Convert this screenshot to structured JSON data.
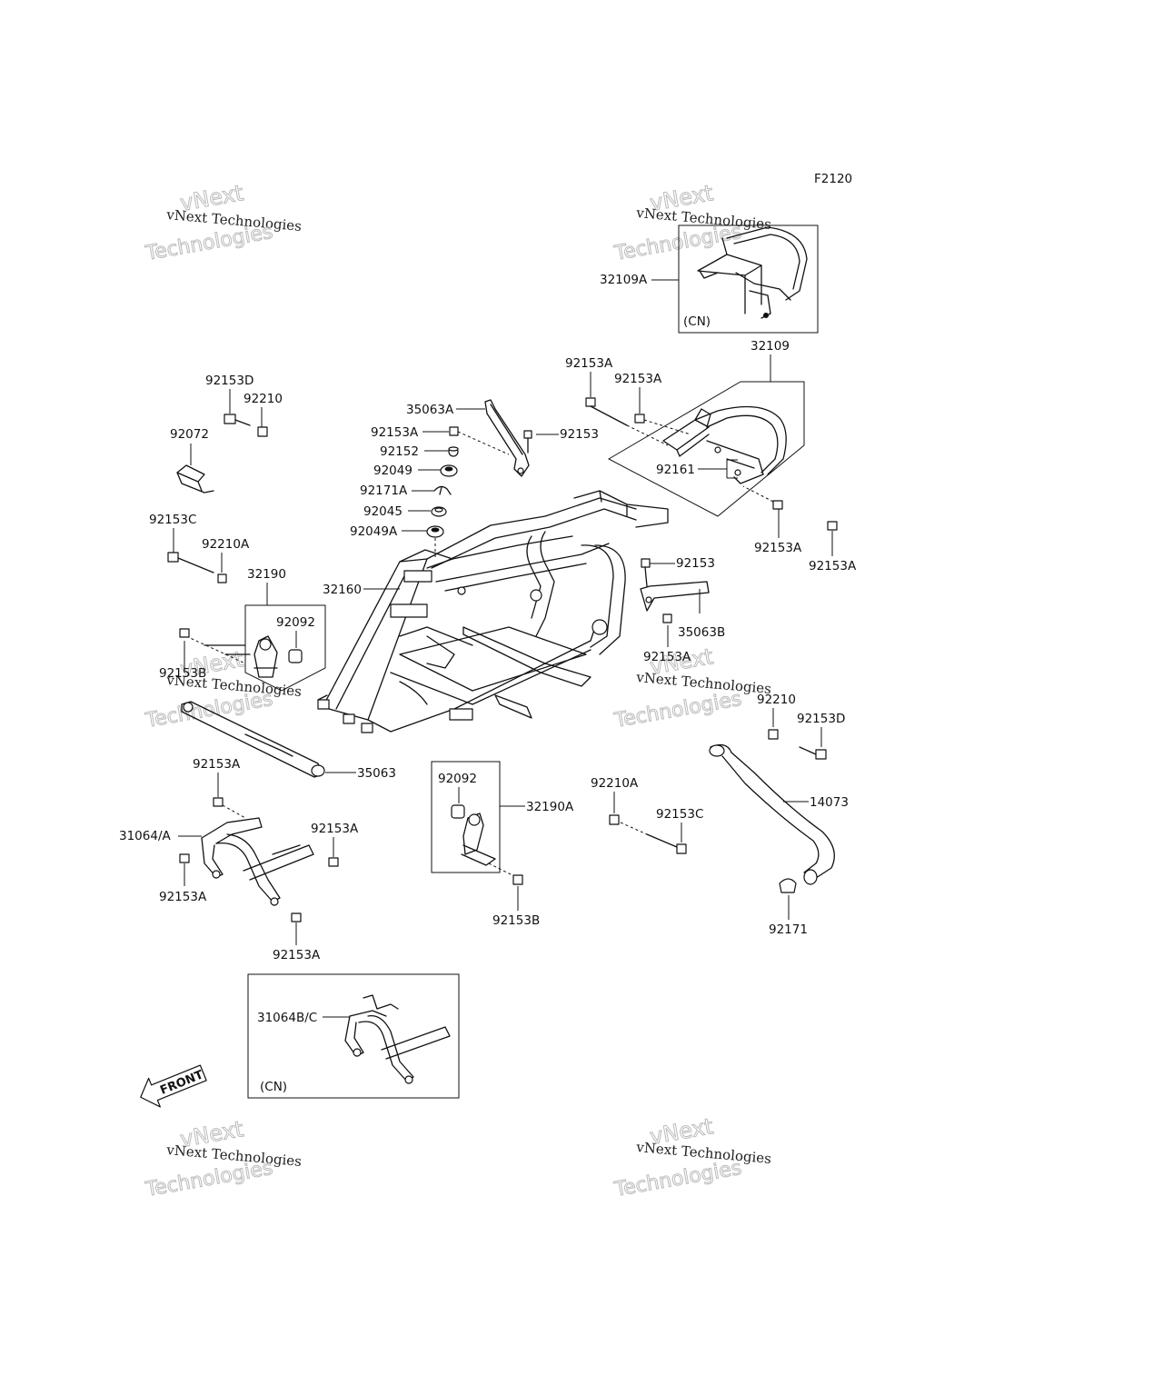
{
  "diagram_code": "F2120",
  "watermark": {
    "line1": "vNext",
    "line2": "vNext Technologies",
    "line3": "Technologies"
  },
  "cn_label": "(CN)",
  "front_label": "FRONT",
  "parts": {
    "p32109A": "32109A",
    "p32109": "32109",
    "p92153A_1": "92153A",
    "p92153A_2": "92153A",
    "p35063A": "35063A",
    "p92153A_3": "92153A",
    "p92153_1": "92153",
    "p92152": "92152",
    "p92049": "92049",
    "p92171A": "92171A",
    "p92045": "92045",
    "p92049A": "92049A",
    "p92161": "92161",
    "p92153A_4": "92153A",
    "p92153A_5": "92153A",
    "p92153D_1": "92153D",
    "p92210_1": "92210",
    "p92072": "92072",
    "p92153C_1": "92153C",
    "p92210A_1": "92210A",
    "p32190": "32190",
    "p92092_1": "92092",
    "p32160": "32160",
    "p92153_2": "92153",
    "p35063B": "35063B",
    "p92153A_6": "92153A",
    "p92153B_1": "92153B",
    "p92210_2": "92210",
    "p92153D_2": "92153D",
    "p35063": "35063",
    "p92092_2": "92092",
    "p32190A": "32190A",
    "p92210A_2": "92210A",
    "p92153C_2": "92153C",
    "p14073": "14073",
    "p92153A_7": "92153A",
    "p31064A": "31064/A",
    "p92153A_8": "92153A",
    "p92153A_9": "92153A",
    "p92153A_10": "92153A",
    "p92153B_2": "92153B",
    "p92171": "92171",
    "p31064BC": "31064B/C"
  }
}
